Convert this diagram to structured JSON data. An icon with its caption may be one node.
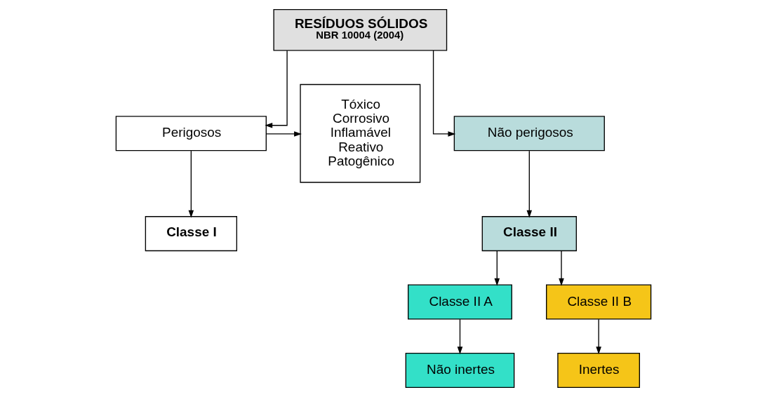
{
  "diagram": {
    "nodes": [
      {
        "text": [
          "RESÍDUOS SÓLIDOS",
          "NBR 10004 (2004)"
        ]
      },
      {
        "text": [
          "Perigosos"
        ]
      },
      {
        "text": [
          "Não perigosos"
        ]
      },
      {
        "text": [
          "Tóxico",
          "Corrosivo",
          "Inflamável",
          "Reativo",
          "Patogênico"
        ]
      },
      {
        "text": [
          "Classe I"
        ]
      },
      {
        "text": [
          "Classe II"
        ]
      },
      {
        "text": [
          "Classe II A"
        ]
      },
      {
        "text": [
          "Classe II B"
        ]
      },
      {
        "text": [
          "Não inertes"
        ]
      },
      {
        "text": [
          "Inertes"
        ]
      }
    ],
    "edges": [
      {
        "from": 0,
        "to": 1,
        "arrow": "to"
      },
      {
        "from": 0,
        "to": 2,
        "arrow": "to"
      },
      {
        "from": 1,
        "to": 3,
        "arrow": "to"
      },
      {
        "from": 1,
        "to": 4,
        "arrow": "to"
      },
      {
        "from": 2,
        "to": 5,
        "arrow": "to"
      },
      {
        "from": 5,
        "to": 6,
        "arrow": "to"
      },
      {
        "from": 5,
        "to": 7,
        "arrow": "to"
      },
      {
        "from": 6,
        "to": 8,
        "arrow": "to"
      },
      {
        "from": 7,
        "to": 9,
        "arrow": "to"
      }
    ]
  }
}
